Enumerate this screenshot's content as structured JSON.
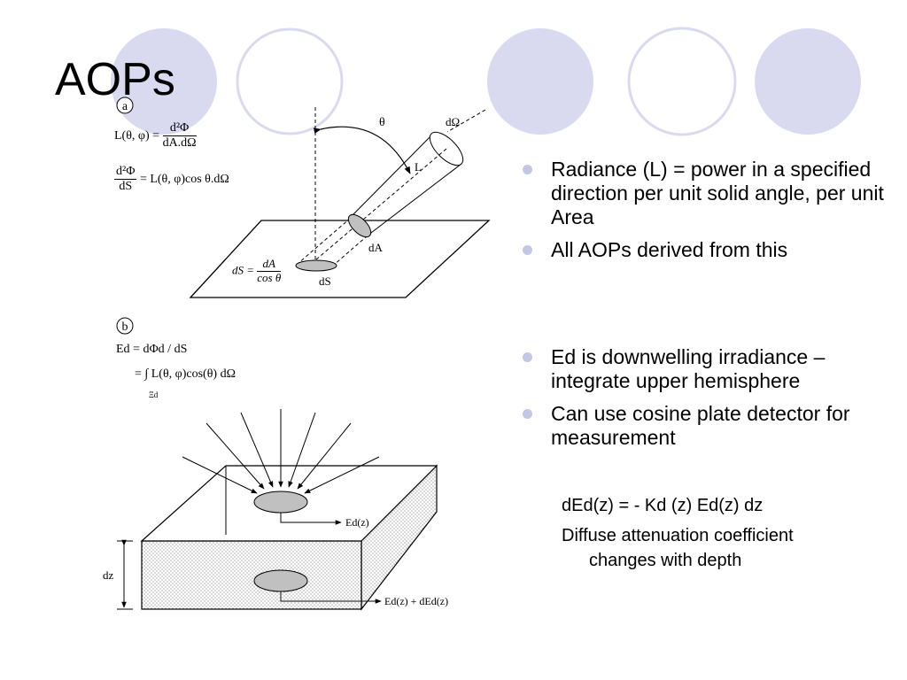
{
  "slide": {
    "title": "AOPs",
    "bullets_top": [
      "Radiance (L) = power in a specified direction per unit solid angle, per unit Area",
      "All AOPs derived from this"
    ],
    "bullets_bottom": [
      "Ed is downwelling irradiance – integrate upper hemisphere",
      "Can use cosine plate detector for measurement"
    ],
    "equation_line": "dEd(z) = - Kd (z) Ed(z) dz",
    "note_line1": "Diffuse attenuation coefficient",
    "note_line2": "changes with depth"
  },
  "figure": {
    "panel_a": "a",
    "panel_b": "b",
    "eq_a1_lhs": "L(θ, φ) =",
    "eq_a1_num": "d²Φ",
    "eq_a1_den": "dA.dΩ",
    "eq_a2_num": "d²Φ",
    "eq_a2_den": "dS",
    "eq_a2_rhs": "= L(θ, φ)cos θ.dΩ",
    "eq_ds_lhs": "dS =",
    "eq_ds_num": "dA",
    "eq_ds_den": "cos θ",
    "eq_b1": "Ed = dΦd / dS",
    "eq_b2": "= ∫ L(θ, φ)cos(θ) dΩ",
    "eq_b2_sub": "Ξd",
    "label_theta": "θ",
    "label_domega": "dΩ",
    "label_L": "L",
    "label_dA": "dA",
    "label_dS": "dS",
    "label_dz": "dz",
    "label_ed_z": "Ed(z)",
    "label_ed_z_dz": "Ed(z) + dEd(z)"
  },
  "colors": {
    "decor_fill": "#d9daf0",
    "decor_stroke": "#d9daf0",
    "bullet": "#c4c6e6",
    "ellipse_fill": "#c0c0c0"
  }
}
